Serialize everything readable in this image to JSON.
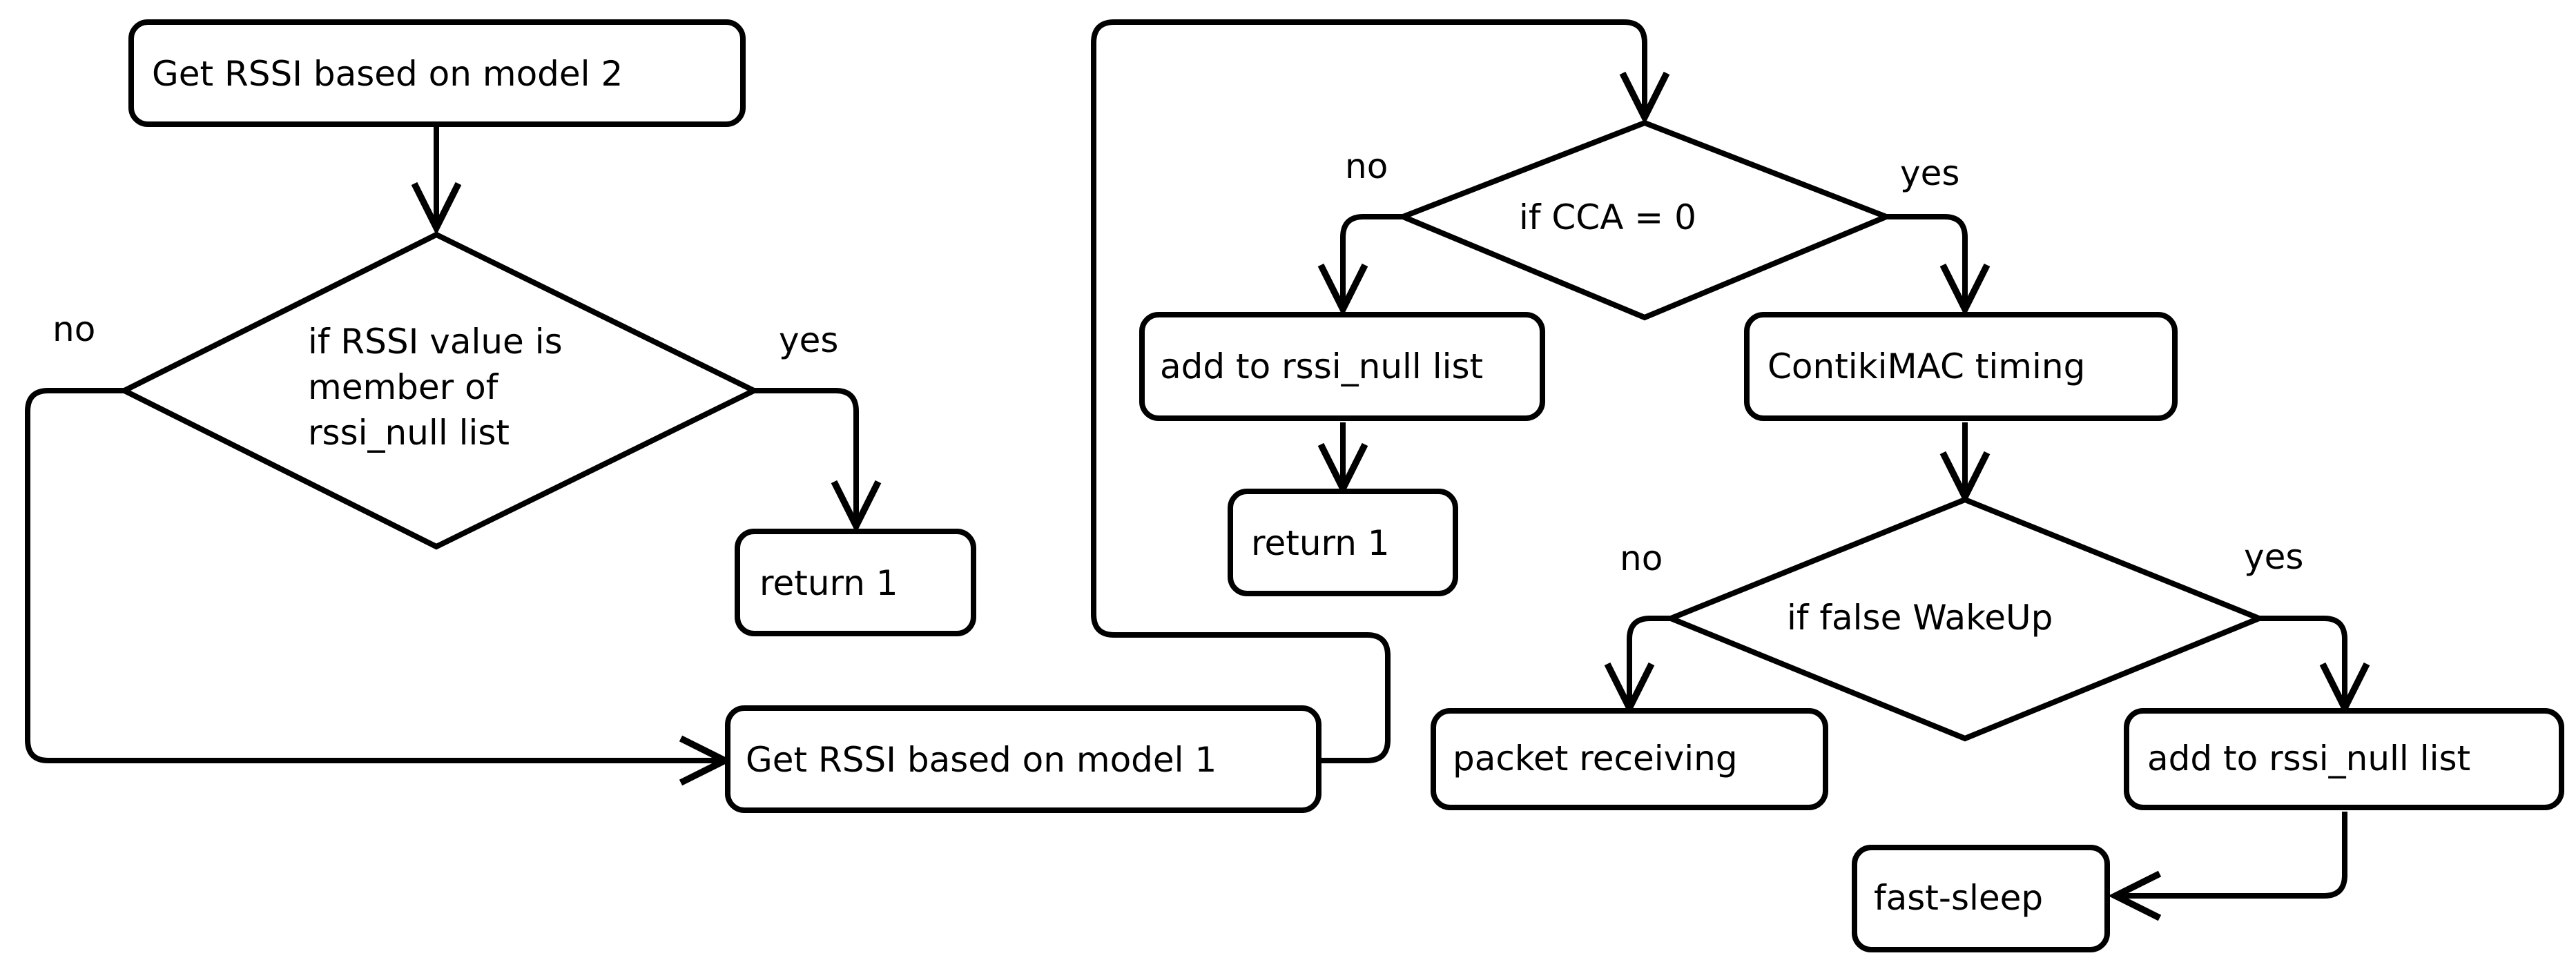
{
  "diagram": {
    "nodes": {
      "get_rssi_model2": "Get RSSI based on model 2",
      "rssi_member_check": [
        "if RSSI value is",
        "member of",
        "rssi_null list"
      ],
      "return1_left": "return 1",
      "get_rssi_model1": "Get RSSI based on model 1",
      "cca_check": "if CCA = 0",
      "add_null_left": "add to rssi_null list",
      "return1_mid": "return 1",
      "contikimac_timing": "ContikiMAC timing",
      "false_wakeup_check": "if false WakeUp",
      "packet_receiving": "packet receiving",
      "add_null_right": "add to rssi_null list",
      "fast_sleep": "fast-sleep"
    },
    "edge_labels": {
      "member_no": "no",
      "member_yes": "yes",
      "cca_no": "no",
      "cca_yes": "yes",
      "wakeup_no": "no",
      "wakeup_yes": "yes"
    },
    "colors": {
      "stroke": "#000000",
      "fill": "#ffffff",
      "text": "#000000"
    }
  }
}
